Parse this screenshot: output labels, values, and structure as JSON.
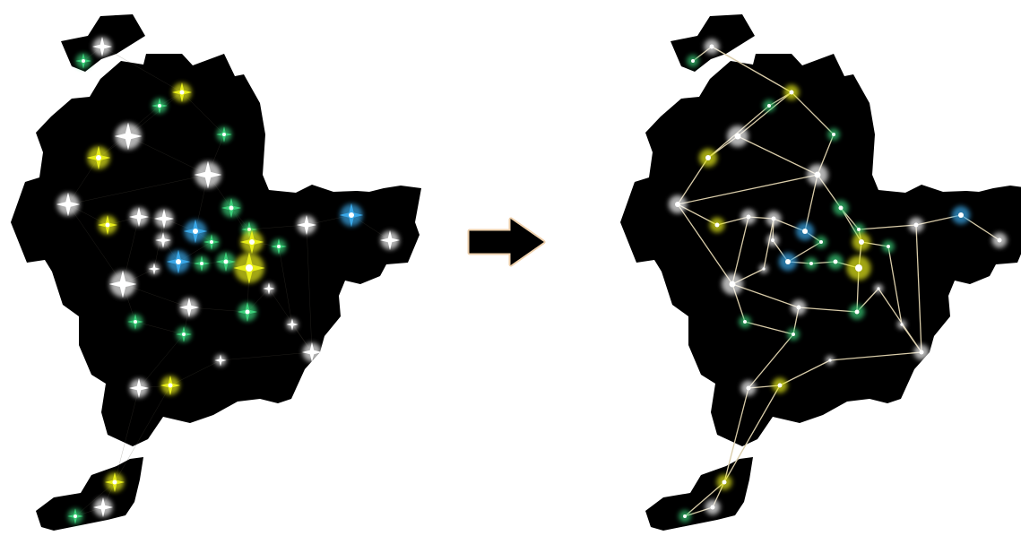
{
  "figure": {
    "background": "#ffffff",
    "region_color": "#000000",
    "link_color": "#d8cba8",
    "arrow_color": "#000000",
    "arrow_glow": "#e8c090",
    "node_colors": {
      "white": "#ffffff",
      "green": "#3bd07a",
      "yellow": "#e8ee1a",
      "blue": "#3aa8e8"
    },
    "icons": {
      "arrow": "right-arrow-icon",
      "node": "glowing-node-icon"
    },
    "panels": {
      "left": {
        "state": "unconnected nodes"
      },
      "right": {
        "state": "nodes connected by links"
      }
    },
    "node_count": 41
  }
}
